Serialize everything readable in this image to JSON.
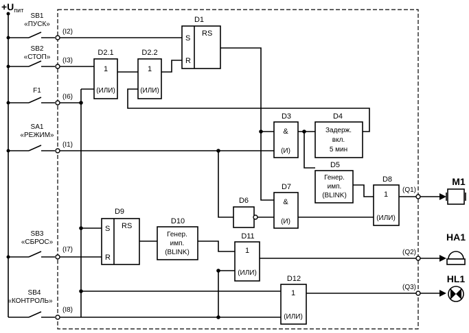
{
  "supply": {
    "main": "+U",
    "sub": "пит"
  },
  "inputs": [
    {
      "name": "SB1",
      "desc": "«ПУСК»",
      "port": "(I2)"
    },
    {
      "name": "SB2",
      "desc": "«СТОП»",
      "port": "(I3)"
    },
    {
      "name": "F1",
      "desc": "",
      "port": "(I6)"
    },
    {
      "name": "SA1",
      "desc": "«РЕЖИМ»",
      "port": "(I1)"
    },
    {
      "name": "SB3",
      "desc": "«СБРОС»",
      "port": "(I7)"
    },
    {
      "name": "SB4",
      "desc": "«КОНТРОЛЬ»",
      "port": "(I8)"
    }
  ],
  "blocks": {
    "D1": {
      "label": "D1",
      "rs": "RS",
      "s": "S",
      "r": "R"
    },
    "D2_1": {
      "label": "D2.1",
      "sym": "1",
      "func": "(ИЛИ)"
    },
    "D2_2": {
      "label": "D2.2",
      "sym": "1",
      "func": "(ИЛИ)"
    },
    "D3": {
      "label": "D3",
      "sym": "&",
      "func": "(И)"
    },
    "D4": {
      "label": "D4",
      "l1": "Задерж.",
      "l2": "вкл.",
      "l3": "5 мин"
    },
    "D5": {
      "label": "D5",
      "l1": "Генер.",
      "l2": "имп.",
      "l3": "(BLINK)"
    },
    "D6": {
      "label": "D6"
    },
    "D7": {
      "label": "D7",
      "sym": "&",
      "func": "(И)"
    },
    "D8": {
      "label": "D8",
      "sym": "1",
      "func": "(ИЛИ)"
    },
    "D9": {
      "label": "D9",
      "rs": "RS",
      "s": "S",
      "r": "R"
    },
    "D10": {
      "label": "D10",
      "l1": "Генер.",
      "l2": "имп.",
      "l3": "(BLINK)"
    },
    "D11": {
      "label": "D11",
      "sym": "1",
      "func": "(ИЛИ)"
    },
    "D12": {
      "label": "D12",
      "sym": "1",
      "func": "(ИЛИ)"
    }
  },
  "outputs": [
    {
      "name": "M1",
      "port": "(Q1)"
    },
    {
      "name": "HA1",
      "port": "(Q2)"
    },
    {
      "name": "HL1",
      "port": "(Q3)"
    }
  ]
}
